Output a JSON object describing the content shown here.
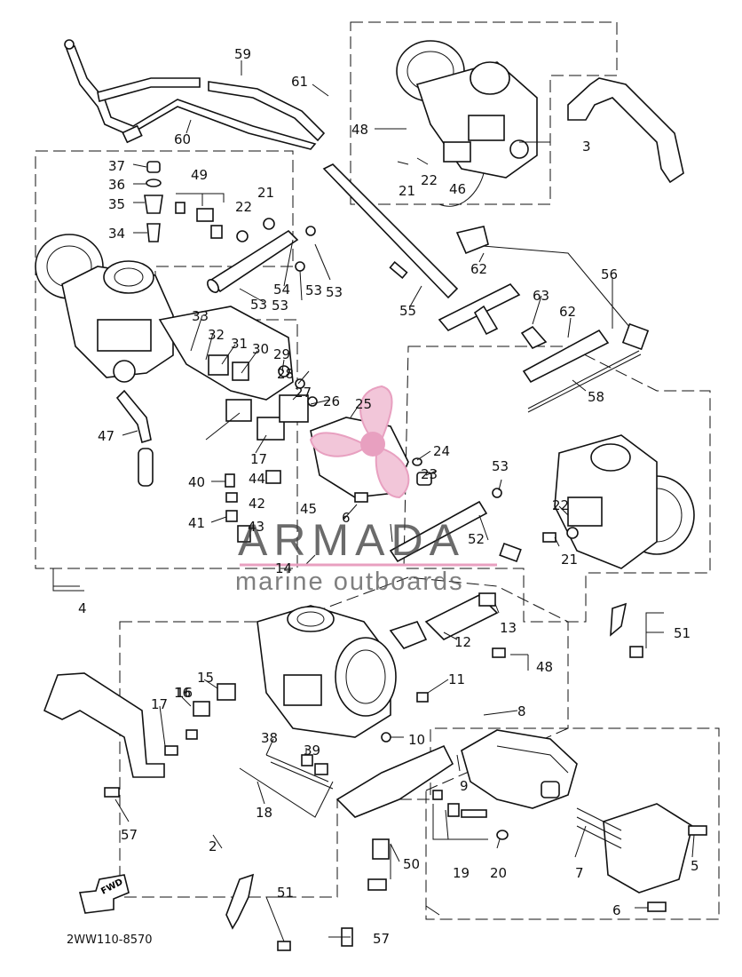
{
  "diagram": {
    "part_code": "2WW110-8570",
    "fwd_label": "FWD",
    "watermark": {
      "title": "ARMADA",
      "subtitle": "marine outboards",
      "accent": "#e8a0c0"
    },
    "callouts": [
      "2",
      "3",
      "4",
      "5",
      "6",
      "6",
      "7",
      "8",
      "9",
      "10",
      "11",
      "12",
      "13",
      "14",
      "15",
      "16",
      "16",
      "17",
      "17",
      "18",
      "19",
      "20",
      "21",
      "21",
      "21",
      "22",
      "22",
      "22",
      "23",
      "24",
      "25",
      "26",
      "27",
      "28",
      "29",
      "30",
      "31",
      "32",
      "33",
      "34",
      "35",
      "36",
      "37",
      "38",
      "39",
      "40",
      "41",
      "42",
      "43",
      "44",
      "45",
      "46",
      "47",
      "48",
      "48",
      "49",
      "50",
      "51",
      "51",
      "52",
      "53",
      "53",
      "53",
      "53",
      "53",
      "54",
      "55",
      "56",
      "57",
      "57",
      "58",
      "59",
      "60",
      "61",
      "62",
      "62",
      "63"
    ]
  }
}
